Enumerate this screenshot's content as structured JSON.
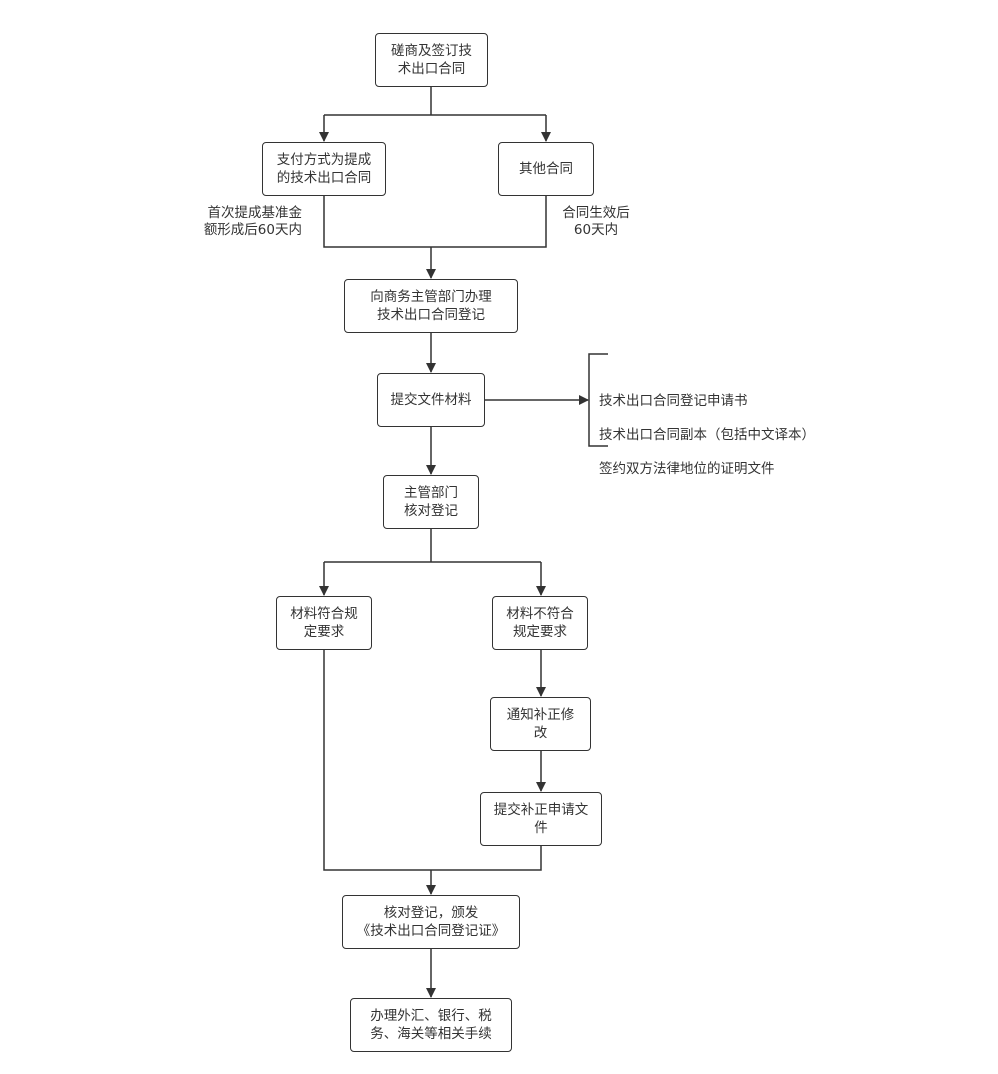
{
  "nodes": {
    "start": "磋商及签订技\n术出口合同",
    "commission": "支付方式为提成\n的技术出口合同",
    "other": "其他合同",
    "register": "向商务主管部门办理\n技术出口合同登记",
    "submit": "提交文件材料",
    "verify": "主管部门\n核对登记",
    "meets": "材料符合规\n定要求",
    "not_meets": "材料不符合\n规定要求",
    "notify": "通知补正修\n改",
    "resubmit": "提交补正申请文\n件",
    "issue": "核对登记，颁发\n《技术出口合同登记证》",
    "final": "办理外汇、银行、税\n务、海关等相关手续"
  },
  "labels": {
    "commission_deadline": "首次提成基准金\n额形成后60天内",
    "other_deadline": "合同生效后\n60天内"
  },
  "documents": [
    "技术出口合同登记申请书",
    "技术出口合同副本（包括中文译本）",
    "签约双方法律地位的证明文件"
  ]
}
